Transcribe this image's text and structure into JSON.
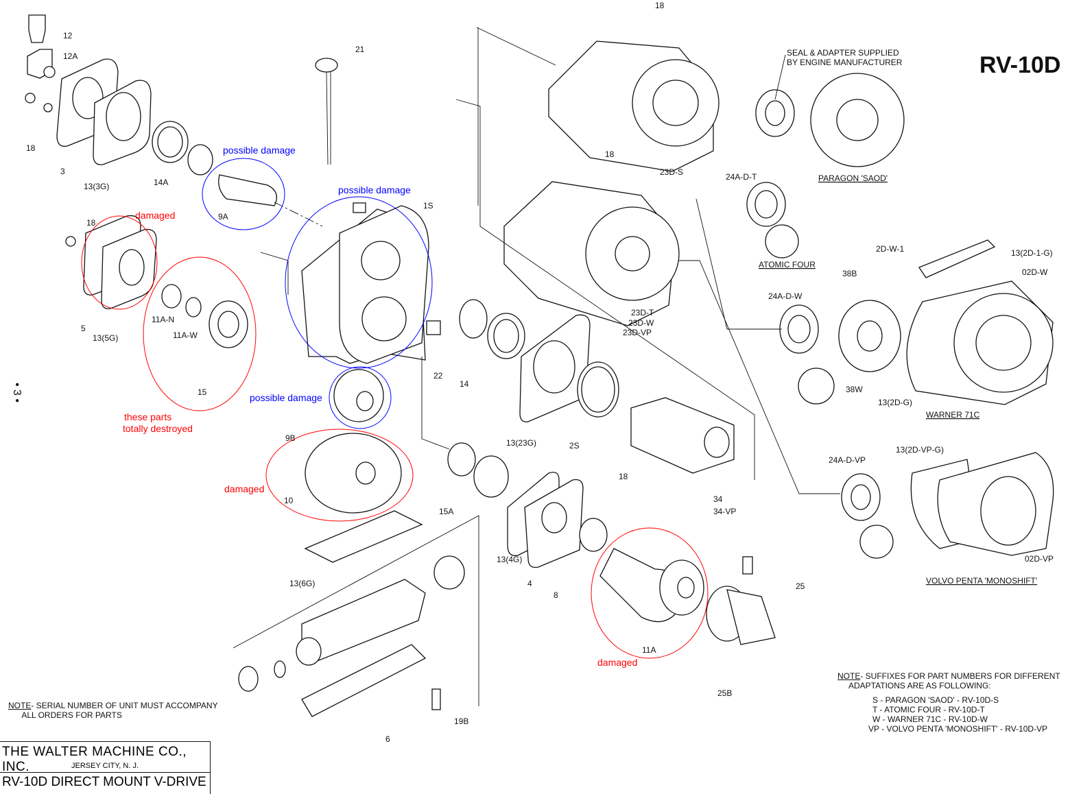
{
  "title": "RV-10D",
  "page_marker": "• 3 •",
  "title_block": {
    "company": "THE WALTER MACHINE CO., INC.",
    "location": "JERSEY CITY, N. J.",
    "product": "RV-10D DIRECT MOUNT V-DRIVE"
  },
  "notes": {
    "serial_note_label": "NOTE",
    "serial_note": "- SERIAL NUMBER OF UNIT MUST ACCOMPANY\n      ALL ORDERS FOR PARTS",
    "suffix_note_label": "NOTE",
    "suffix_note": "- SUFFIXES FOR PART NUMBERS FOR DIFFERENT\n     ADAPTATIONS ARE AS FOLLOWING:",
    "suffixes": [
      "S - PARAGON 'SAOD' - RV-10D-S",
      "T - ATOMIC FOUR - RV-10D-T",
      "W - WARNER 71C - RV-10D-W",
      "VP - VOLVO PENTA 'MONOSHIFT' - RV-10D-VP"
    ]
  },
  "adapter_captions": {
    "seal_supplied_1": "SEAL & ADAPTER SUPPLIED",
    "seal_supplied_2": "BY ENGINE MANUFACTURER",
    "paragon": "PARAGON 'SAOD'",
    "atomic": "ATOMIC FOUR",
    "warner": "WARNER 71C",
    "volvo": "VOLVO PENTA 'MONOSHIFT'"
  },
  "part_labels": [
    "12",
    "12A",
    "18",
    "3",
    "13(3G)",
    "14A",
    "9A",
    "21",
    "18",
    "23D-S",
    "18",
    "24A-D-T",
    "2D-W-1",
    "13(2D-1-G)",
    "02D-W",
    "38B",
    "24A-D-W",
    "1S",
    "18",
    "5",
    "13(5G)",
    "11A-N",
    "11A-W",
    "15",
    "22",
    "14",
    "23D-T",
    "23D-W",
    "23D-VP",
    "38W",
    "13(2D-G)",
    "9B",
    "13(23G)",
    "2S",
    "10",
    "15A",
    "18",
    "34",
    "34-VP",
    "24A-D-VP",
    "13(2D-VP-G)",
    "02D-VP",
    "13(4G)",
    "4",
    "8",
    "25",
    "11A",
    "13(6G)",
    "25B",
    "19B",
    "6"
  ],
  "annotations": [
    {
      "text": "possible damage",
      "color": "#0000ff"
    },
    {
      "text": "possible damage",
      "color": "#0000ff"
    },
    {
      "text": "damaged",
      "color": "#ff0000"
    },
    {
      "text": "these parts",
      "color": "#ff0000"
    },
    {
      "text": "totally destroyed",
      "color": "#ff0000"
    },
    {
      "text": "possible damage",
      "color": "#0000ff"
    },
    {
      "text": "damaged",
      "color": "#ff0000"
    },
    {
      "text": "damaged",
      "color": "#ff0000"
    }
  ],
  "colors": {
    "line": "#111111",
    "damaged": "#ff0000",
    "possible_damage": "#0000ff"
  }
}
